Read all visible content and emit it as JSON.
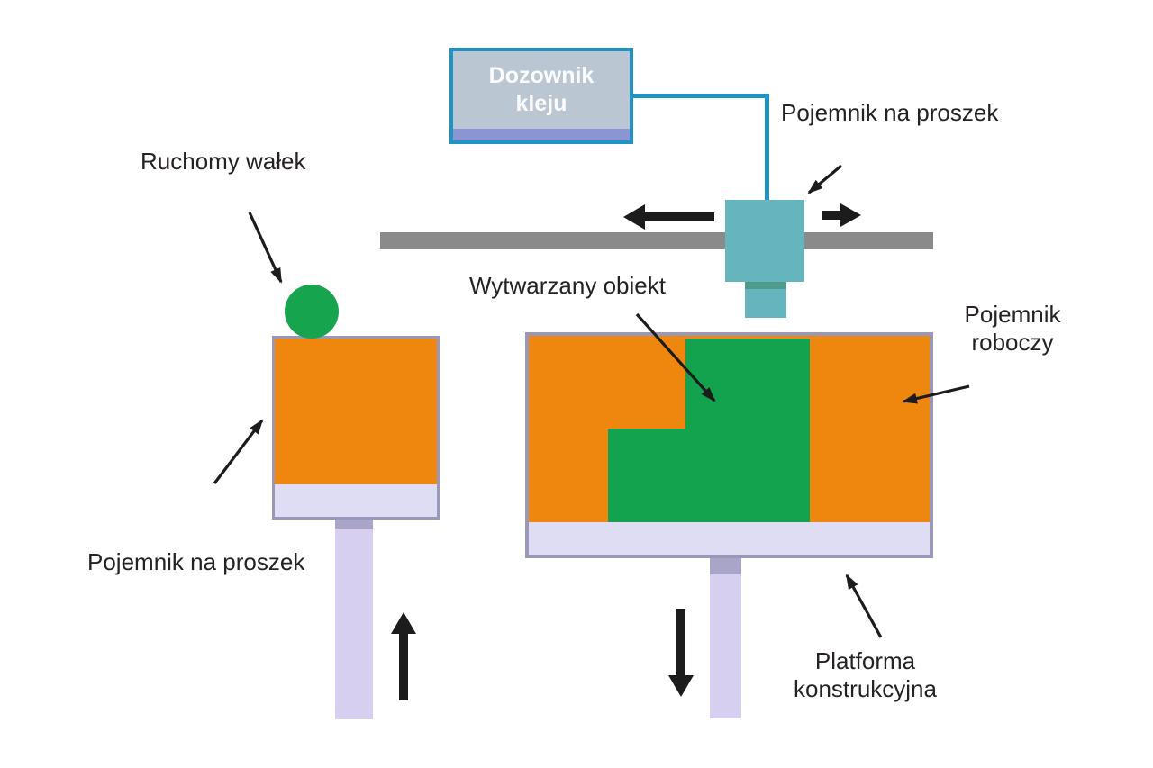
{
  "diagram": {
    "type": "binder-jetting-3d-printing-process-schematic",
    "dispenser": {
      "label_line1": "Dozownik",
      "label_line2": "kleju"
    },
    "labels": {
      "powder_container_top": "Pojemnik na proszek",
      "moving_roller": "Ruchomy wałek",
      "manufactured_object": "Wytwarzany obiekt",
      "working_container_line1": "Pojemnik",
      "working_container_line2": "roboczy",
      "powder_container_left": "Pojemnik na proszek",
      "build_platform_line1": "Platforma",
      "build_platform_line2": "konstrukcyjna"
    },
    "icons": {
      "printhead_motion_left": "thick-left-arrow",
      "printhead_motion_right": "thick-right-arrow",
      "supply_piston_motion": "thick-up-arrow",
      "build_piston_motion": "thick-down-arrow",
      "pointer_arrows": "thin-black-pointer-arrows"
    },
    "colors": {
      "background": "#FFFFFF",
      "powder_orange": "#EF870E",
      "object_green": "#13A24E",
      "roller_green": "#16A44F",
      "printhead_teal": "#64B5BE",
      "printhead_joint_teal": "#4F9B89",
      "rail_gray": "#8A8A8A",
      "dispenser_border_blue": "#1E93C6",
      "dispenser_fill": "#BAC7D2",
      "dispenser_base_strip": "#8B95D3",
      "feed_line_blue": "#1E93C6",
      "container_border": "#9A98B8",
      "platform_lavender": "#DFDDF3",
      "piston_connector": "#A9A5C8",
      "piston_rod": "#D7CFF0",
      "arrow_black": "#1C1C1C",
      "label_text": "#262224"
    }
  }
}
